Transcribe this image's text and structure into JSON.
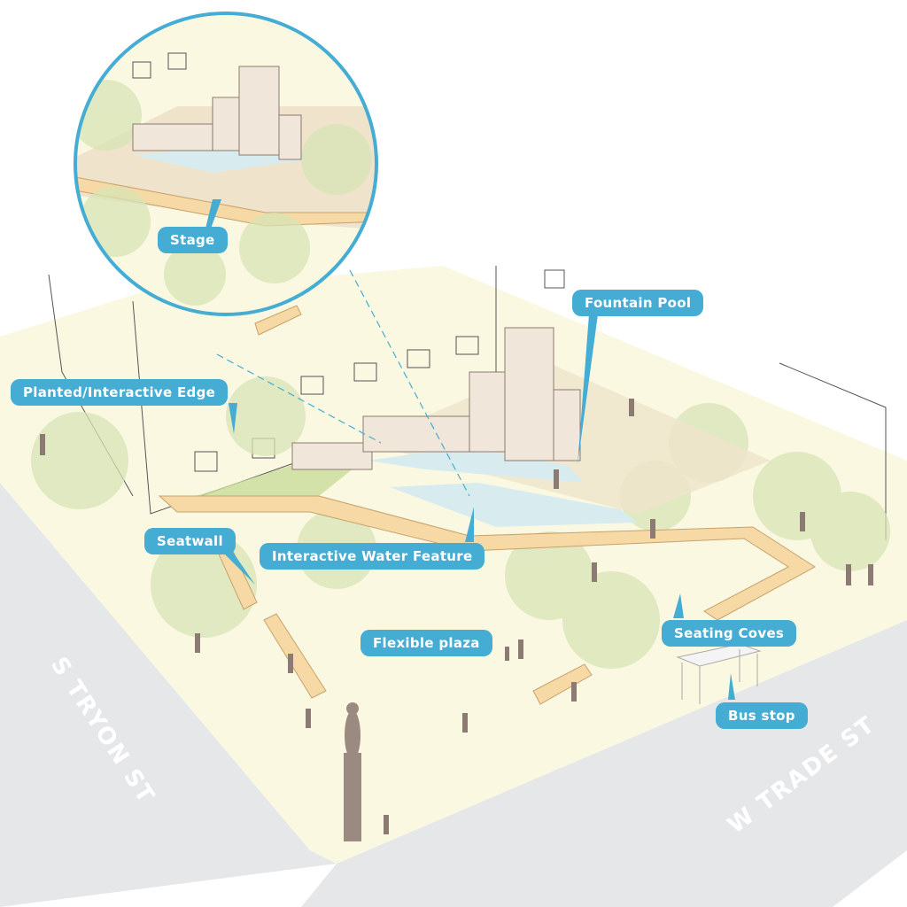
{
  "labels": {
    "stage": "Stage",
    "fountain_pool": "Fountain Pool",
    "planted_edge": "Planted/Interactive Edge",
    "seatwall": "Seatwall",
    "interactive_water": "Interactive Water Feature",
    "flexible_plaza": "Flexible plaza",
    "seating_coves": "Seating Coves",
    "bus_stop": "Bus stop"
  },
  "streets": {
    "left": "S TRYON ST",
    "right": "W TRADE ST"
  },
  "colors": {
    "label_bg": "#45acd3",
    "plaza": "#fbf8e2",
    "street": "#e6e7e9",
    "seatwall": "#f7d9a6",
    "water": "#d8ecf0",
    "tree": "#d7e4b5"
  }
}
